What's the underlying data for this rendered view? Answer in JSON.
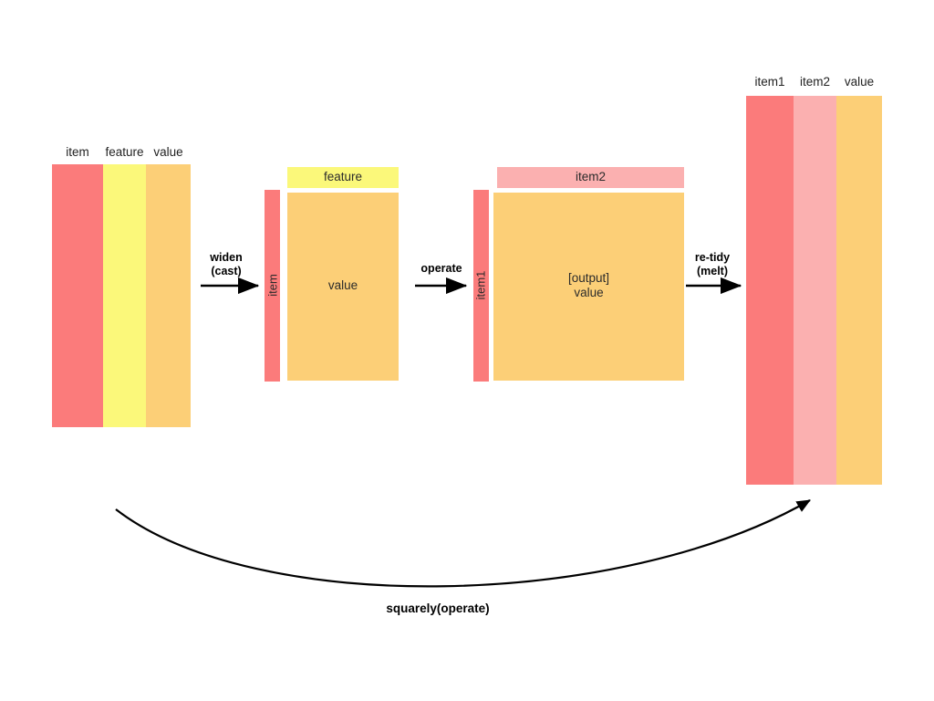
{
  "diagram": {
    "title_label": "squarely(operate)",
    "colors": {
      "red": "#FB7B7B",
      "yellow": "#FBF87A",
      "orange": "#FCCF77",
      "pink": "#FBB0B0",
      "arrow": "#000000",
      "background": "#FFFFFF",
      "text": "#222222"
    },
    "stage1": {
      "name": "tidy-long-table",
      "columns": [
        {
          "label": "item",
          "color_key": "red"
        },
        {
          "label": "feature",
          "color_key": "yellow"
        },
        {
          "label": "value",
          "color_key": "orange"
        }
      ]
    },
    "arrow1": {
      "label": "widen\n(cast)"
    },
    "stage2": {
      "name": "wide-matrix",
      "row_key_label": "item",
      "col_key_label": "feature",
      "body_label": "value"
    },
    "arrow2": {
      "label": "operate"
    },
    "stage3": {
      "name": "output-matrix",
      "row_key_label": "item1",
      "col_key_label": "item2",
      "body_label": "[output]\nvalue"
    },
    "arrow3": {
      "label": "re-tidy\n(melt)"
    },
    "stage4": {
      "name": "tidy-output-table",
      "columns": [
        {
          "label": "item1",
          "color_key": "red"
        },
        {
          "label": "item2",
          "color_key": "pink"
        },
        {
          "label": "value",
          "color_key": "orange"
        }
      ]
    }
  }
}
